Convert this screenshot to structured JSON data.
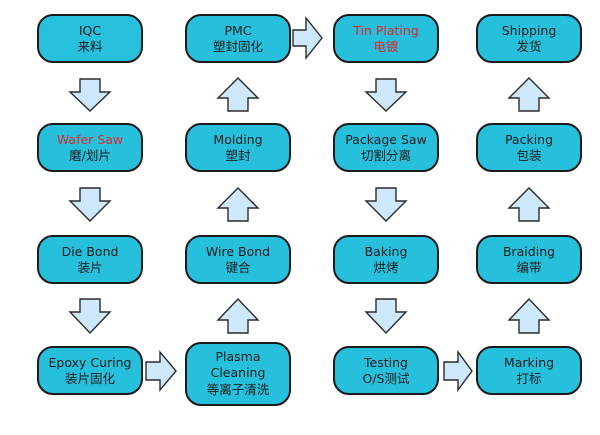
{
  "nodes": {
    "iqc": {
      "en": "IQC",
      "zh": "来料"
    },
    "wafer_saw": {
      "en": "Wafer Saw",
      "zh": "磨/划片"
    },
    "die_bond": {
      "en": "Die Bond",
      "zh": "装片"
    },
    "epoxy": {
      "en": "Epoxy Curing",
      "zh": "装片固化"
    },
    "plasma": {
      "en1": "Plasma",
      "en2": "Cleaning",
      "zh": "等离子清洗"
    },
    "wire_bond": {
      "en": "Wire Bond",
      "zh": "键合"
    },
    "molding": {
      "en": "Molding",
      "zh": "塑封"
    },
    "pmc": {
      "en": "PMC",
      "zh": "塑封固化"
    },
    "tin": {
      "en": "Tin Plating",
      "zh": "电镀"
    },
    "pkg_saw": {
      "en": "Package Saw",
      "zh": "切割分离"
    },
    "baking": {
      "en": "Baking",
      "zh": "烘烤"
    },
    "testing": {
      "en": "Testing",
      "zh": "O/S测试"
    },
    "marking": {
      "en": "Marking",
      "zh": "打标"
    },
    "braiding": {
      "en": "Braiding",
      "zh": "编带"
    },
    "packing": {
      "en": "Packing",
      "zh": "包装"
    },
    "shipping": {
      "en": "Shipping",
      "zh": "发货"
    }
  },
  "colors": {
    "node_fill": "#26c0dc",
    "node_stroke": "#1a1a1a",
    "arrow_fill": "#cde8fb",
    "highlight_text": "#e0282e"
  }
}
